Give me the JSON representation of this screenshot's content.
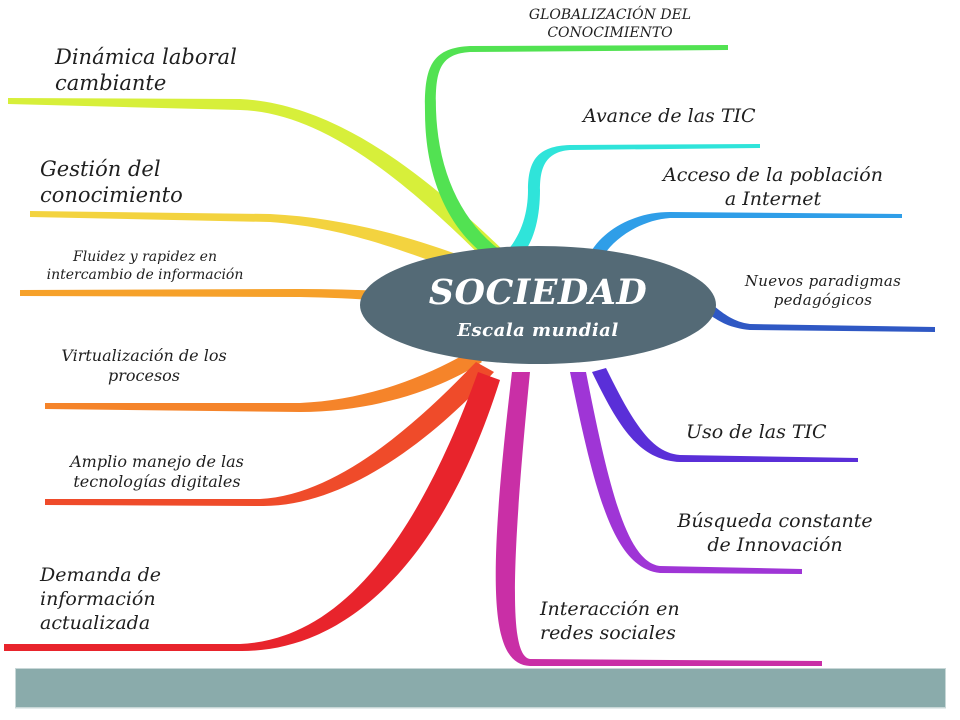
{
  "center": {
    "title": "SOCIEDAD",
    "subtitle": "Escala mundial",
    "color": "#546a76"
  },
  "branches_left": [
    {
      "id": "dinamica",
      "label": "Dinámica laboral\ncambiante",
      "color": "#d7ef3a"
    },
    {
      "id": "gestion",
      "label": "Gestión del\nconocimiento",
      "color": "#f3d33f"
    },
    {
      "id": "fluidez",
      "label": "Fluidez y rapidez en\nintercambio de información",
      "color": "#f6a12a"
    },
    {
      "id": "virtualizacion",
      "label": "Virtualización  de los\nprocesos",
      "color": "#f5842a"
    },
    {
      "id": "amplio",
      "label": "Amplio manejo de las\ntecnologías  digitales",
      "color": "#ef4b2a"
    },
    {
      "id": "demanda",
      "label": "Demanda  de\ninformación\nactualizada",
      "color": "#e8242c"
    }
  ],
  "branches_right": [
    {
      "id": "globalizacion",
      "label": "GLOBALIZACIÓN DEL\nCONOCIMIENTO",
      "color": "#52e252"
    },
    {
      "id": "avance",
      "label": "Avance de las TIC",
      "color": "#2fe4da"
    },
    {
      "id": "acceso",
      "label": "Acceso de la población\na Internet",
      "color": "#2f9ee8"
    },
    {
      "id": "paradigmas",
      "label": "Nuevos paradigmas\npedagógicos",
      "color": "#2f58c4"
    },
    {
      "id": "uso",
      "label": "Uso de las TIC",
      "color": "#5a2fd8"
    },
    {
      "id": "busqueda",
      "label": "Búsqueda constante\nde Innovación",
      "color": "#9f35d6"
    },
    {
      "id": "interaccion",
      "label": "Interacción en\nredes sociales",
      "color": "#c92fa6"
    }
  ],
  "footer": {
    "color": "#8aabab"
  }
}
